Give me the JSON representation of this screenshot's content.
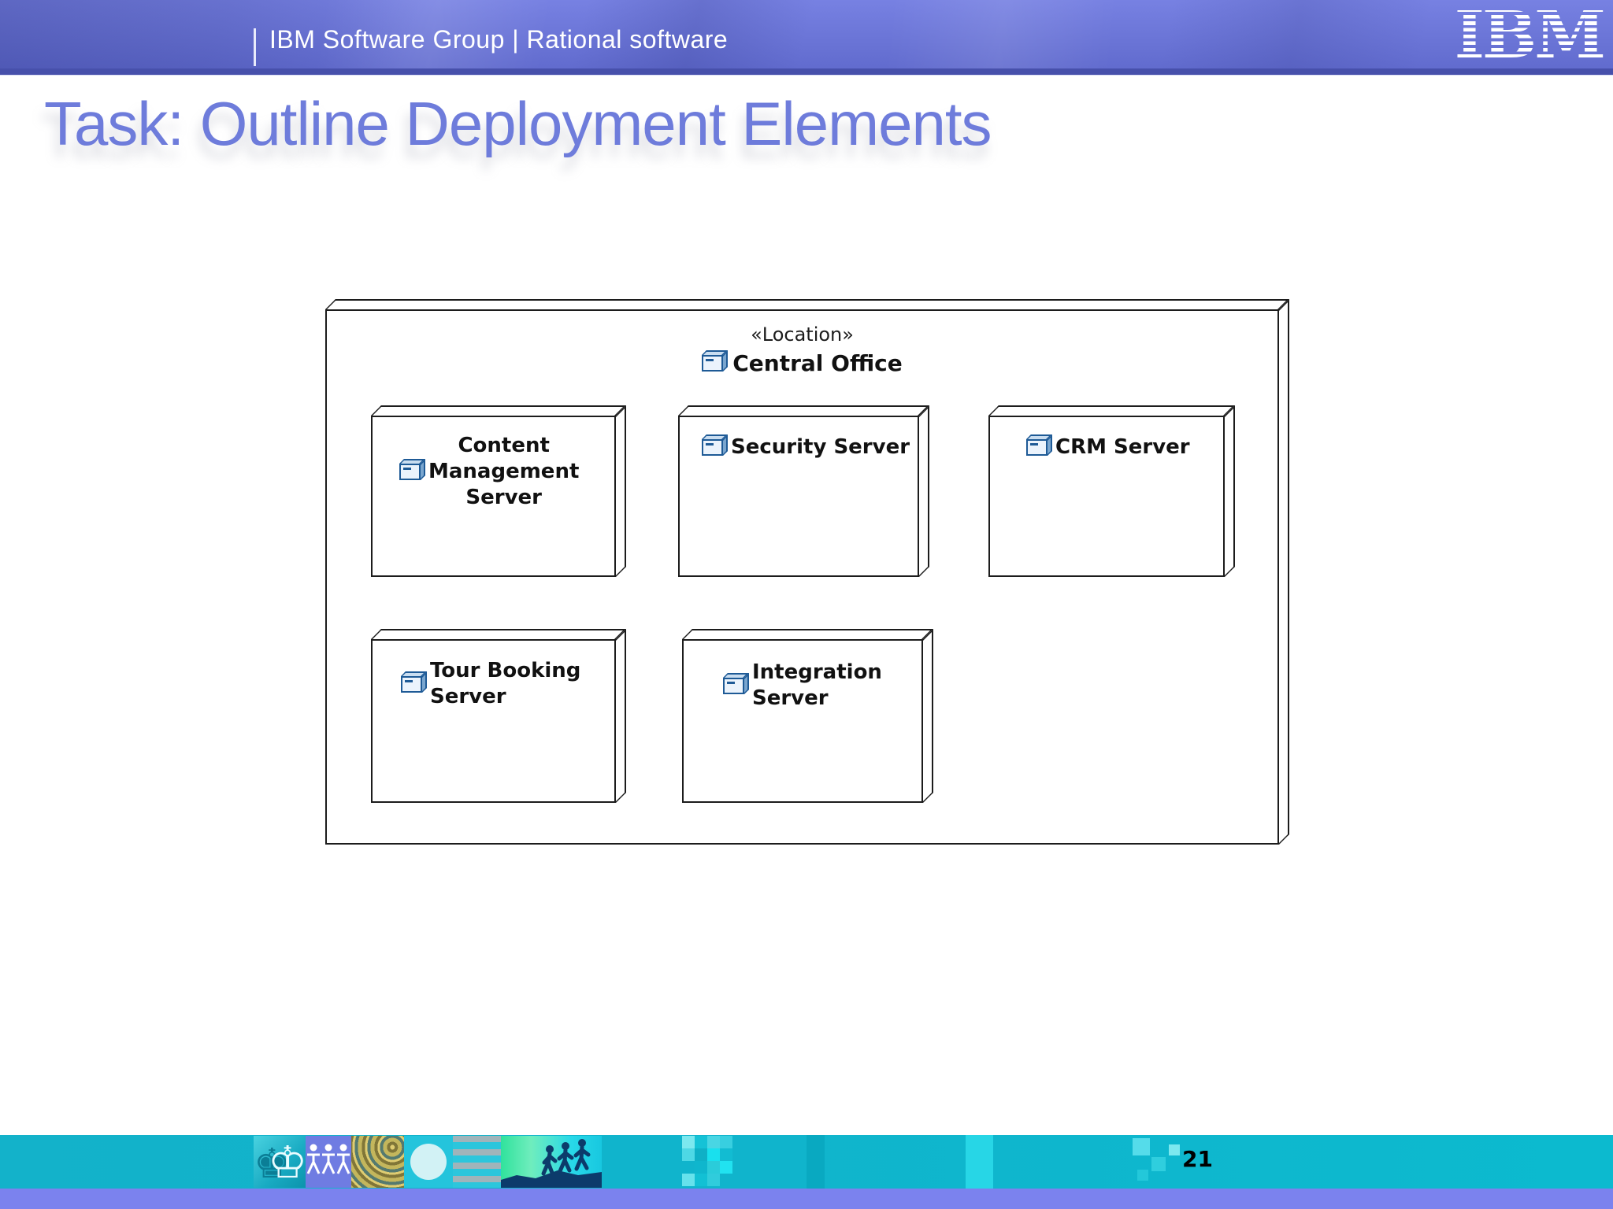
{
  "header": {
    "product_line": "IBM Software Group | Rational software",
    "logo_text": "IBM"
  },
  "title": "Task: Outline Deployment Elements",
  "diagram": {
    "type": "uml-deployment-diagram",
    "location": {
      "stereotype": "«Location»",
      "name": "Central Office",
      "icon": "uml-node-cube-icon"
    },
    "nodes": [
      {
        "id": "content-management-server",
        "label": "Content Management Server",
        "lines": [
          "Content",
          "Management",
          "Server"
        ],
        "icon": "uml-node-cube-icon"
      },
      {
        "id": "security-server",
        "label": "Security Server",
        "lines": [
          "Security Server"
        ],
        "icon": "uml-node-cube-icon"
      },
      {
        "id": "crm-server",
        "label": "CRM Server",
        "lines": [
          "CRM Server"
        ],
        "icon": "uml-node-cube-icon"
      },
      {
        "id": "tour-booking-server",
        "label": "Tour Booking Server",
        "lines": [
          "Tour Booking",
          "Server"
        ],
        "icon": "uml-node-cube-icon"
      },
      {
        "id": "integration-server",
        "label": "Integration Server",
        "lines": [
          "Integration",
          "Server"
        ],
        "icon": "uml-node-cube-icon"
      }
    ]
  },
  "footer": {
    "page_number": "21",
    "decor_tiles": [
      "chess-photo",
      "people-figures",
      "clock-photo",
      "circle-photo",
      "stripes-photo",
      "hikers-photo"
    ]
  },
  "colors": {
    "header_blue": "#6a74d6",
    "title_blue": "#6e7cdb",
    "teal_bar": "#10b4cc",
    "purple_strip": "#7b82ee",
    "node_border": "#1c1c1c",
    "node_icon_blue": "#1e5a96"
  }
}
